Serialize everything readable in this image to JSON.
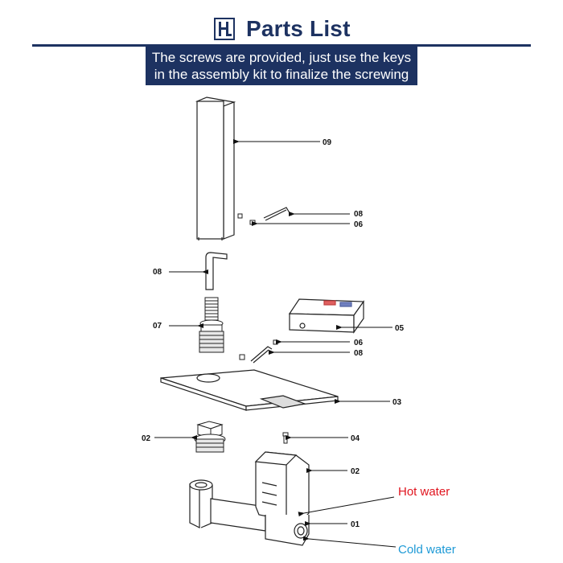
{
  "header": {
    "logo_icon": "brand-logo-icon",
    "title": "Parts List",
    "title_color": "#1d3261"
  },
  "banner": {
    "line1": "The screws are provided, just use the keys",
    "line2": "in the assembly kit to finalize the screwing",
    "background": "#1d3261"
  },
  "labels": {
    "l09": "09",
    "l08a": "08",
    "l06a": "06",
    "l08b": "08",
    "l07": "07",
    "l05": "05",
    "l06b": "06",
    "l08c": "08",
    "l03": "03",
    "l02a": "02",
    "l04": "04",
    "l02b": "02",
    "l01": "01",
    "hot_water": "Hot water",
    "cold_water": "Cold water"
  },
  "colors": {
    "hot": "#e0141e",
    "cold": "#1e9ad6"
  }
}
